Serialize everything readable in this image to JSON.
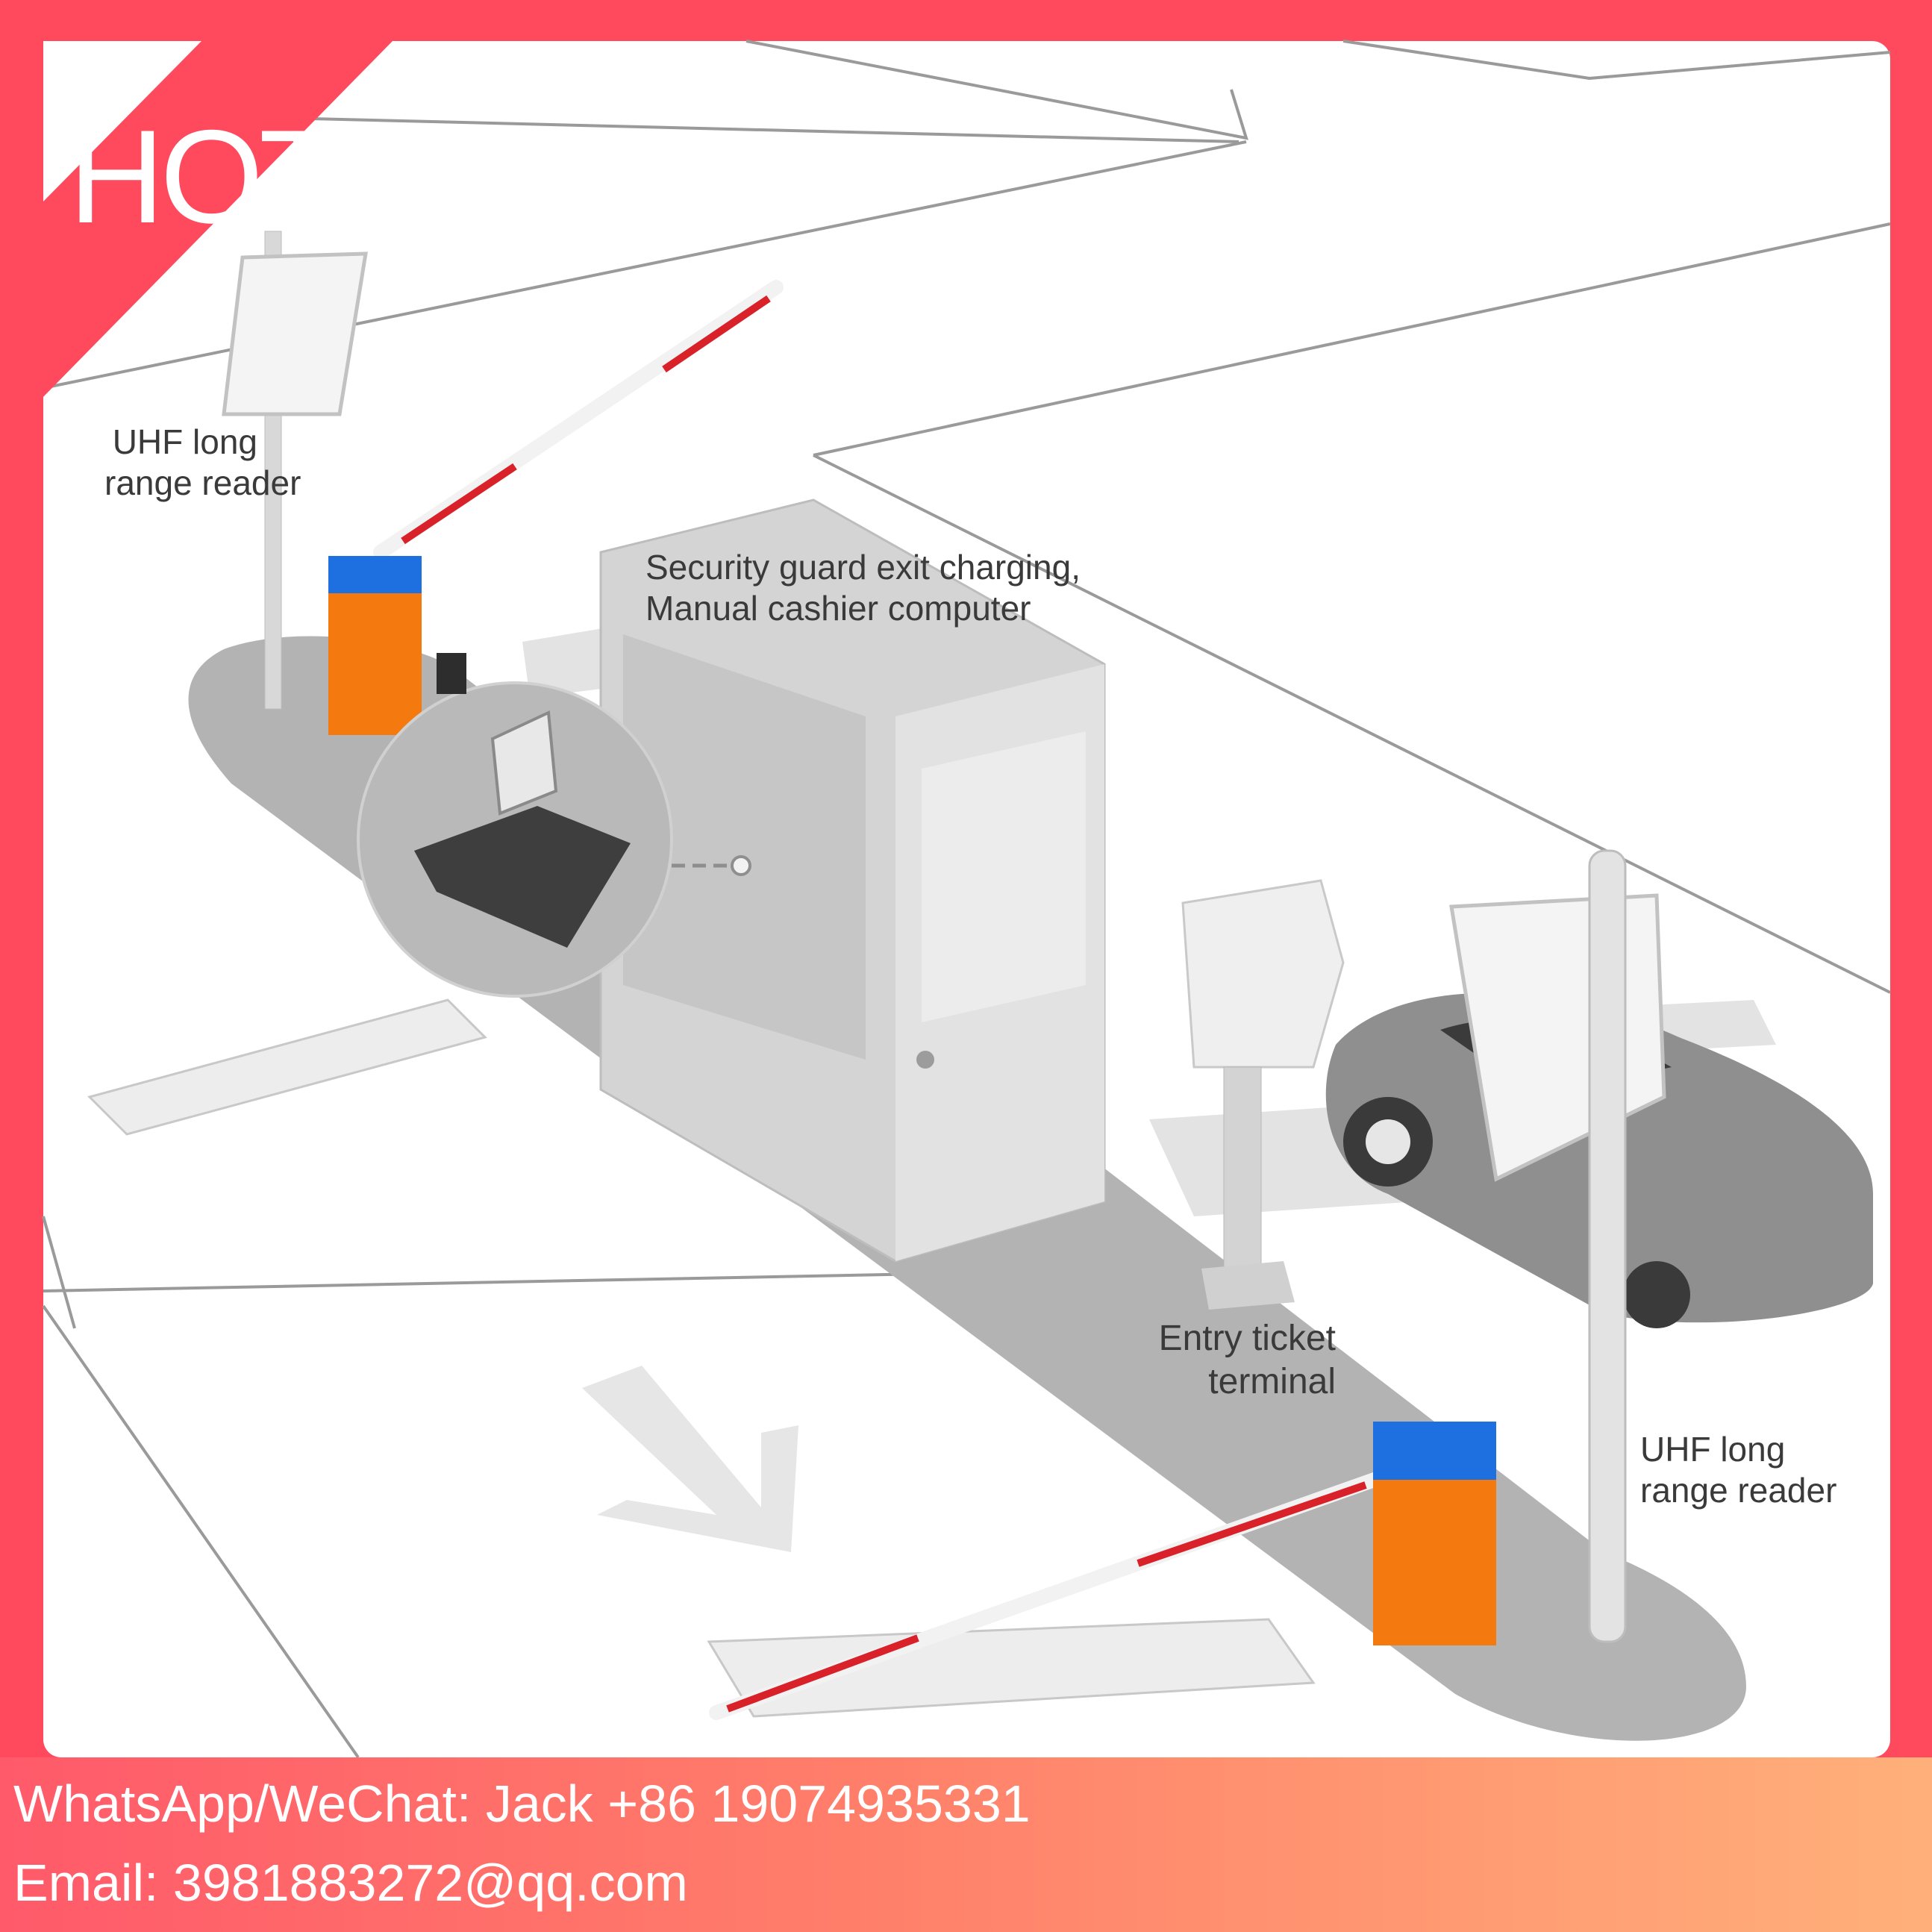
{
  "badge": {
    "text": "HOT"
  },
  "labels": {
    "reader_top": [
      "UHF long",
      "range reader"
    ],
    "booth": [
      "Security guard exit charging,",
      "Manual cashier computer"
    ],
    "ticket_terminal": [
      "Entry ticket",
      "terminal"
    ],
    "reader_bottom": [
      "UHF long",
      "range reader"
    ]
  },
  "footer": {
    "contact": "WhatsApp/WeChat: Jack +86 19074935331",
    "email": "Email: 3981883272@qq.com"
  },
  "colors": {
    "frame": "#ff4a5e",
    "island": "#b3b3b3",
    "barrier_orange": "#f47a10",
    "barrier_blue": "#1e6fe0",
    "boom_red": "#d9212a"
  }
}
